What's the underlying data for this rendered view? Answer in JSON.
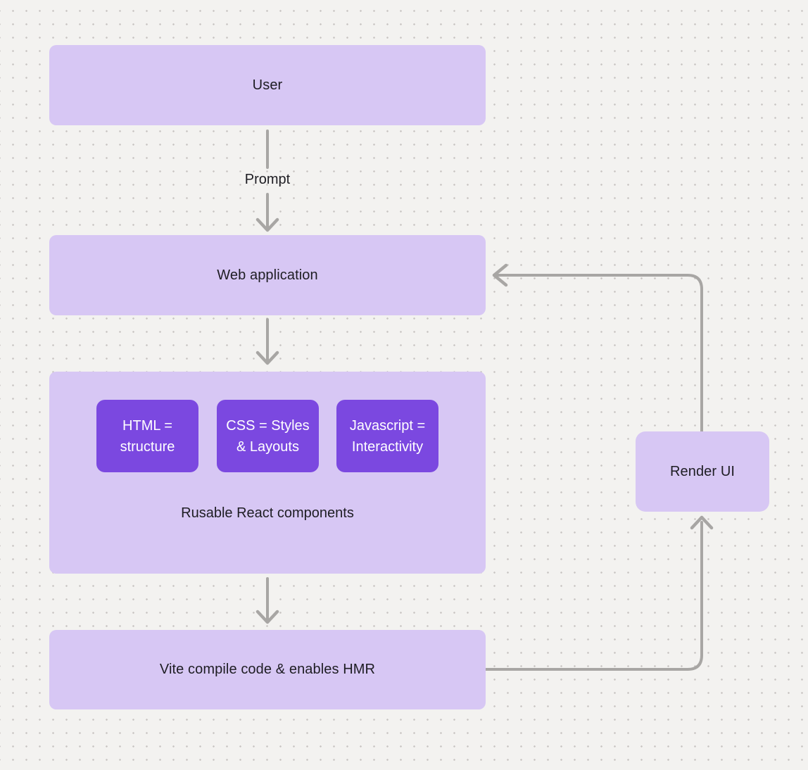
{
  "nodes": {
    "user": {
      "label": "User"
    },
    "web_application": {
      "label": "Web application"
    },
    "components": {
      "caption": "Rusable React components",
      "children": [
        {
          "label": "HTML = structure"
        },
        {
          "label": "CSS = Styles & Layouts"
        },
        {
          "label": "Javascript = Interactivity"
        }
      ]
    },
    "vite": {
      "label": "Vite compile code & enables HMR"
    },
    "render_ui": {
      "label": "Render UI"
    }
  },
  "edges": {
    "prompt_label": "Prompt"
  },
  "colors": {
    "background": "#f3f2f0",
    "dot": "#c7c4c2",
    "node_light": "#d7c7f4",
    "node_accent": "#7b48e0",
    "connector": "#a8a6a4",
    "text_dark": "#1e1d23",
    "text_light": "#ffffff"
  }
}
